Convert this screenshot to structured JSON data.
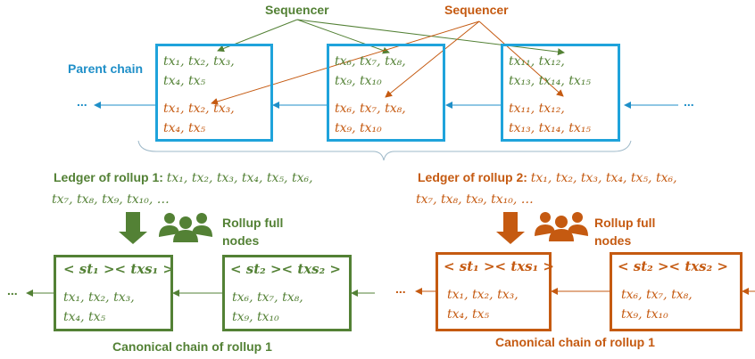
{
  "labels": {
    "sequencer_green": "Sequencer",
    "sequencer_orange": "Sequencer",
    "parent_chain": "Parent chain",
    "left_dots": "...",
    "right_dots": "...",
    "rollup1_nodes": "Rollup full\nnodes",
    "rollup2_nodes": "Rollup full\nnodes",
    "canonical1": "Canonical chain of rollup 1",
    "canonical2": "Canonical chain of rollup 1"
  },
  "parent_blocks": [
    {
      "green": "tx₁, tx₂, tx₃,\ntx₄, tx₅",
      "orange": "tx₁, tx₂, tx₃,\ntx₄, tx₅"
    },
    {
      "green": "tx₆, tx₇, tx₈,\ntx₉, tx₁₀",
      "orange": "tx₆, tx₇, tx₈,\ntx₉, tx₁₀"
    },
    {
      "green": "tx₁₁, tx₁₂,\ntx₁₃, tx₁₄, tx₁₅",
      "orange": "tx₁₁, tx₁₂,\ntx₁₃, tx₁₄, tx₁₅"
    }
  ],
  "ledger1": {
    "title": "Ledger of rollup 1:",
    "line1": "tx₁, tx₂, tx₃, tx₄, tx₅, tx₆,",
    "line2": "tx₇, tx₈, tx₉, tx₁₀, …"
  },
  "ledger2": {
    "title": "Ledger of rollup 2:",
    "line1": "tx₁, tx₂, tx₃, tx₄, tx₅, tx₆,",
    "line2": "tx₇, tx₈, tx₉, tx₁₀, …"
  },
  "rollup1_blocks": [
    {
      "header": "< st₁ >< txs₁ >",
      "txs": "tx₁, tx₂, tx₃,\ntx₄, tx₅"
    },
    {
      "header": "< st₂ >< txs₂ >",
      "txs": "tx₆, tx₇, tx₈,\ntx₉, tx₁₀"
    }
  ],
  "rollup2_blocks": [
    {
      "header": "< st₁ >< txs₁ >",
      "txs": "tx₁, tx₂, tx₃,\ntx₄, tx₅"
    },
    {
      "header": "< st₂ >< txs₂ >",
      "txs": "tx₆, tx₇, tx₈,\ntx₉, tx₁₀"
    }
  ],
  "bottom_dots": {
    "left1": "...",
    "left2": "..."
  },
  "colors": {
    "green": "#538135",
    "orange": "#C55A11",
    "blue": "#1F8FC8",
    "box_blue": "#1FA3DB"
  }
}
